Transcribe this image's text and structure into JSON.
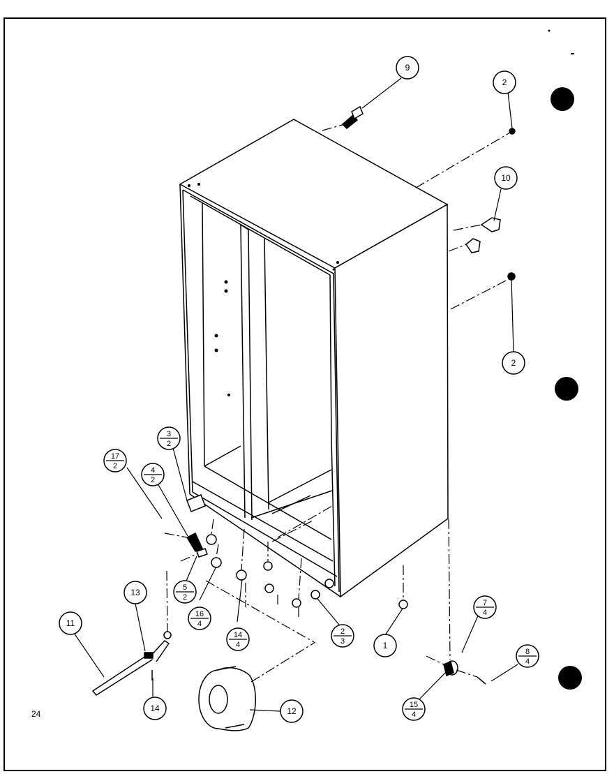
{
  "page": {
    "number": "24"
  },
  "callouts": {
    "c1": "1",
    "c2_top": "2",
    "c2_right": "2",
    "c9": "9",
    "c10": "10",
    "c11": "11",
    "c12": "12",
    "c13": "13",
    "c14": "14"
  },
  "fraction_callouts": {
    "f17": {
      "num": "17",
      "den": "2"
    },
    "f4": {
      "num": "4",
      "den": "2"
    },
    "f3": {
      "num": "3",
      "den": "2"
    },
    "f5": {
      "num": "5",
      "den": "2"
    },
    "f16": {
      "num": "16",
      "den": "4"
    },
    "f14": {
      "num": "14",
      "den": "4"
    },
    "f2": {
      "num": "2",
      "den": "3"
    },
    "f7": {
      "num": "7",
      "den": "4"
    },
    "f8": {
      "num": "8",
      "den": "4"
    },
    "f15": {
      "num": "15",
      "den": "4"
    }
  },
  "colors": {
    "ink": "#000000",
    "paper": "#ffffff"
  }
}
